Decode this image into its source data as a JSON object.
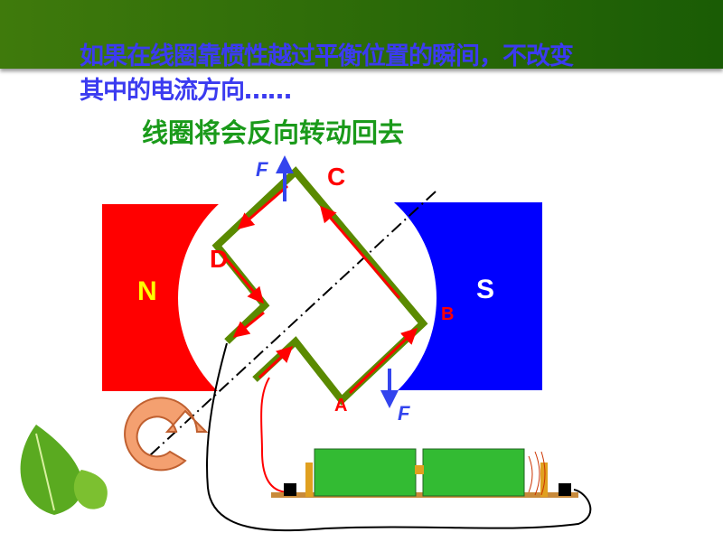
{
  "slide": {
    "line1": "如果在线圈靠惯性越过平衡位置的瞬间，不改变",
    "line2": "其中的电流方向……",
    "subtitle": "线圈将会反向转动回去"
  },
  "diagram": {
    "magnet_left": "N",
    "magnet_right": "S",
    "corners": {
      "a": "A",
      "b": "B",
      "c": "C",
      "d": "D"
    },
    "force_top": "F",
    "force_bottom": "F"
  },
  "colors": {
    "north": "#ff0000",
    "south": "#0000ff",
    "coil": "#5a8a00",
    "current": "#ff0000",
    "force": "#3344ee"
  }
}
